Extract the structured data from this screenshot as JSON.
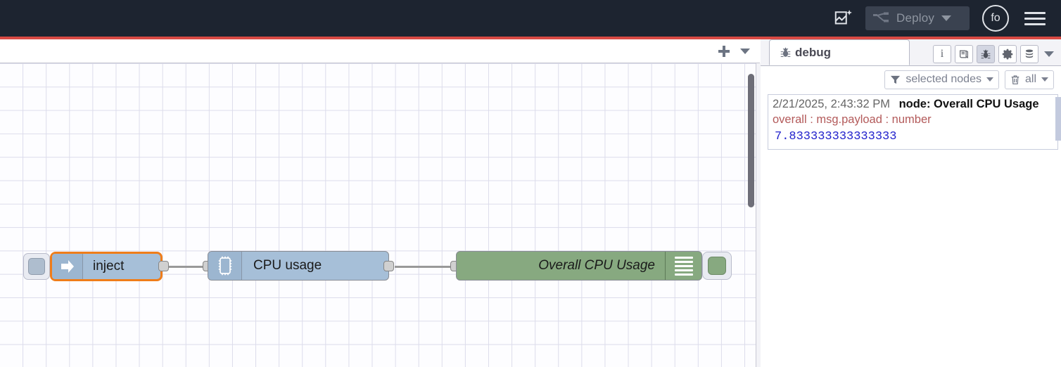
{
  "header": {
    "ai_icon": "ai-flow-icon",
    "deploy_icon": "deploy-flow-icon",
    "deploy_label": "Deploy",
    "deploy_caret": "chevron-down-icon",
    "avatar_initials": "fo",
    "menu_icon": "hamburger-menu-icon",
    "background": "#1d2430",
    "accent_line": "#d94a44"
  },
  "tabbar": {
    "add_label": "+",
    "menu_icon": "chevron-down-icon"
  },
  "canvas": {
    "grid": "on",
    "background": "#fdfdff",
    "grid_color": "#dcdceb",
    "nodes": [
      {
        "id": "inject",
        "label": "inject",
        "type": "inject",
        "color": "#a6bfd8",
        "selected": true,
        "selection_color": "#ef7d1a",
        "icon": "arrow-right-icon"
      },
      {
        "id": "cpu",
        "label": "CPU usage",
        "type": "cpu",
        "color": "#a6bfd8",
        "selected": false,
        "icon": "microchip-icon"
      },
      {
        "id": "debug",
        "label": "Overall CPU Usage",
        "type": "debug",
        "color": "#87a980",
        "selected": false,
        "icon": "debug-lines-icon"
      }
    ]
  },
  "sidebar": {
    "tab": {
      "icon": "bug-icon",
      "label": "debug"
    },
    "tab_icons": [
      {
        "name": "info-icon",
        "glyph": "i",
        "active": false
      },
      {
        "name": "help-book-icon",
        "glyph": "book",
        "active": false
      },
      {
        "name": "debug-bug-icon",
        "glyph": "bug",
        "active": true
      },
      {
        "name": "config-gear-icon",
        "glyph": "gear",
        "active": false
      },
      {
        "name": "context-data-icon",
        "glyph": "database",
        "active": false
      }
    ],
    "tab_overflow_icon": "chevron-down-icon",
    "toolbar": {
      "filter_icon": "funnel-icon",
      "filter_label": "selected nodes",
      "filter_caret": "chevron-down-icon",
      "clear_icon": "trash-icon",
      "clear_label": "all",
      "clear_caret": "chevron-down-icon"
    },
    "messages": [
      {
        "timestamp": "2/21/2025, 2:43:32 PM",
        "node": "node: Overall CPU Usage",
        "property": "overall : msg.payload : number",
        "value": "7.833333333333333",
        "value_color": "#2222cc",
        "property_color": "#b35a5a"
      }
    ]
  }
}
